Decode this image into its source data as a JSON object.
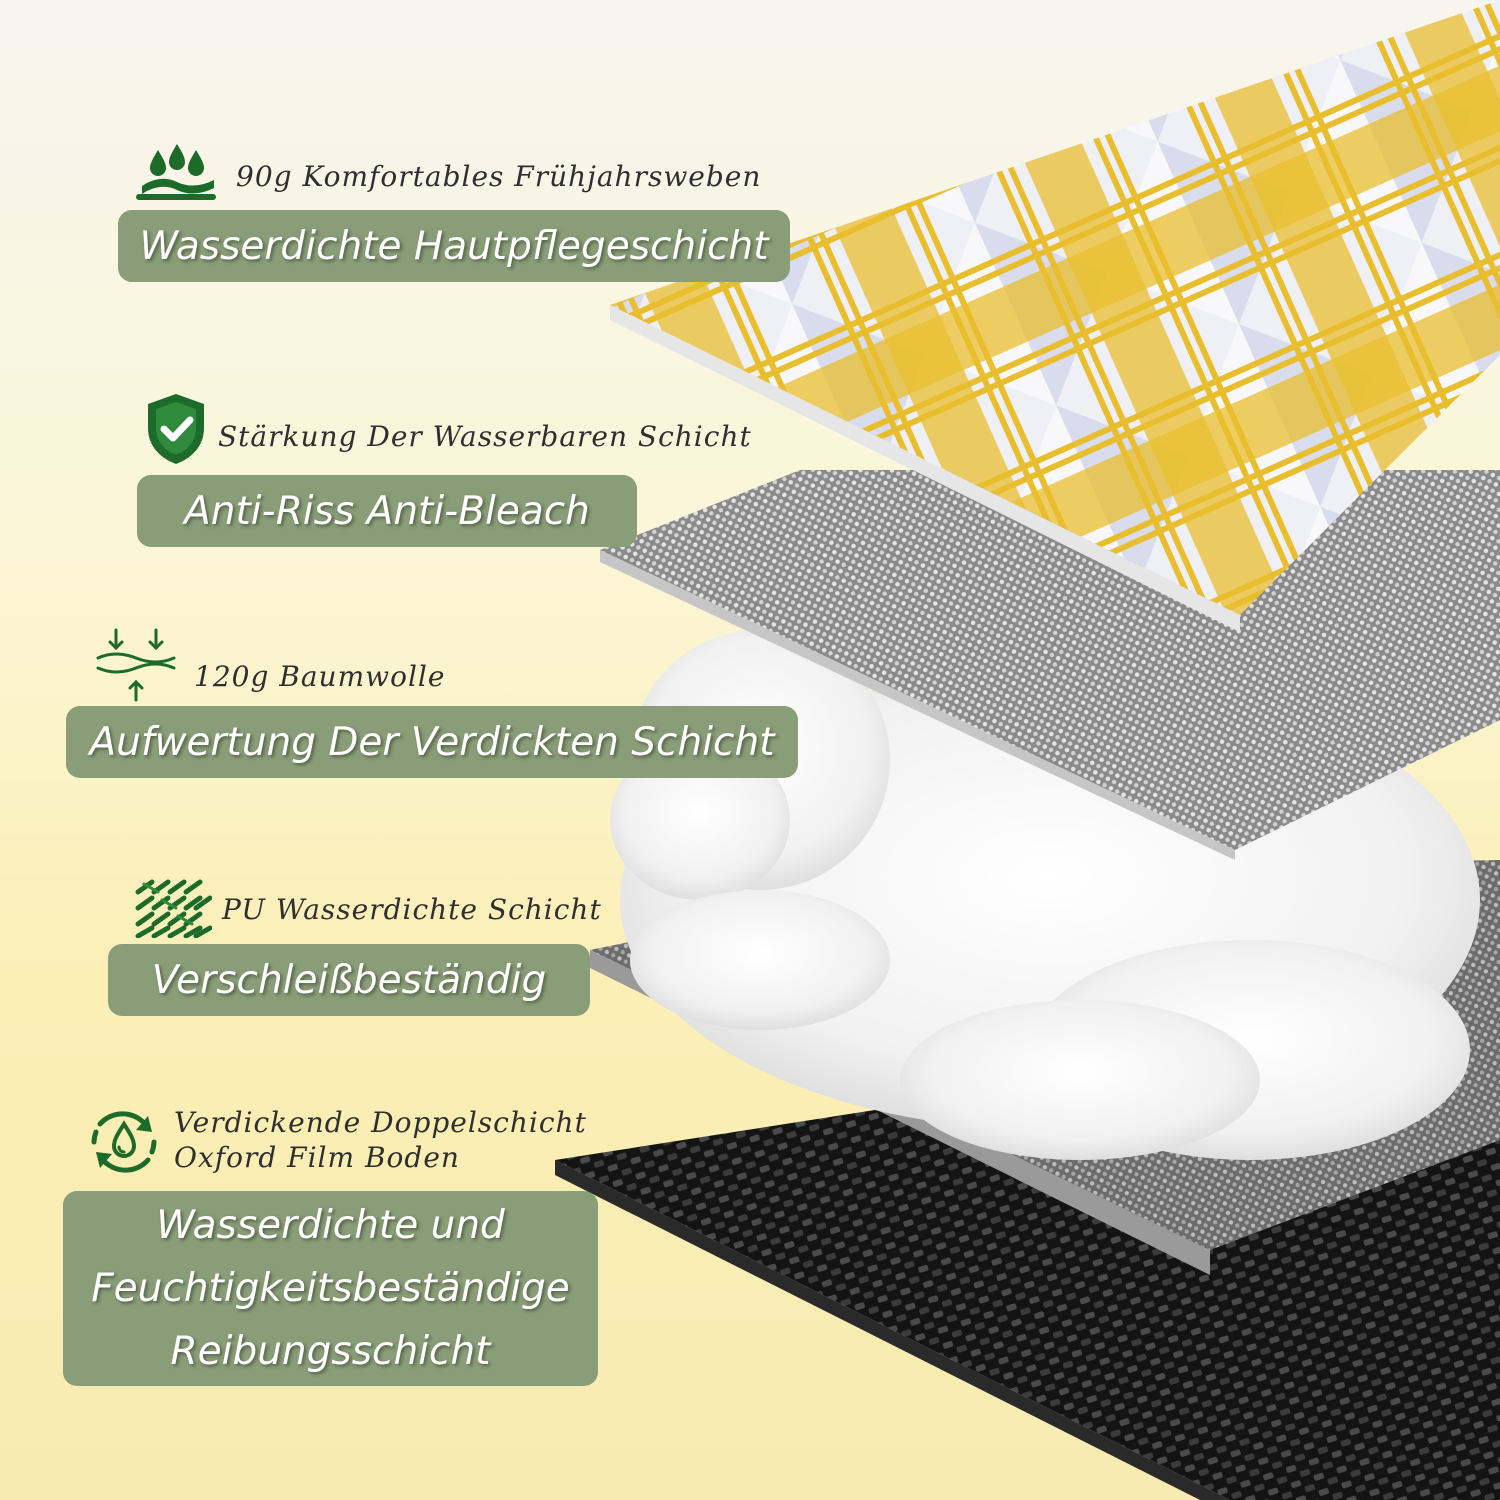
{
  "colors": {
    "pill": "#899d78",
    "icon_green": "#1d6b2b",
    "yellow": "#e9be2e",
    "background": "#fbf3c8"
  },
  "layers": [
    {
      "icon": "water-drops-icon",
      "subtitle": "90g Komfortables Frühjahrsweben",
      "title": "Wasserdichte Hautpflegeschicht"
    },
    {
      "icon": "shield-check-icon",
      "subtitle": "Stärkung Der Wasserbaren Schicht",
      "title": "Anti-Riss Anti-Bleach"
    },
    {
      "icon": "thickness-arrows-icon",
      "subtitle": "120g Baumwolle",
      "title": "Aufwertung Der Verdickten Schicht"
    },
    {
      "icon": "weave-pattern-icon",
      "subtitle": "PU Wasserdichte Schicht",
      "title": "Verschleißbeständig"
    },
    {
      "icon": "recycle-drop-icon",
      "subtitle_lines": [
        "Verdickende Doppelschicht",
        "Oxford Film Boden"
      ],
      "title_lines": [
        "Wasserdichte und",
        "Feuchtigkeitsbeständige",
        "Reibungsschicht"
      ]
    }
  ]
}
